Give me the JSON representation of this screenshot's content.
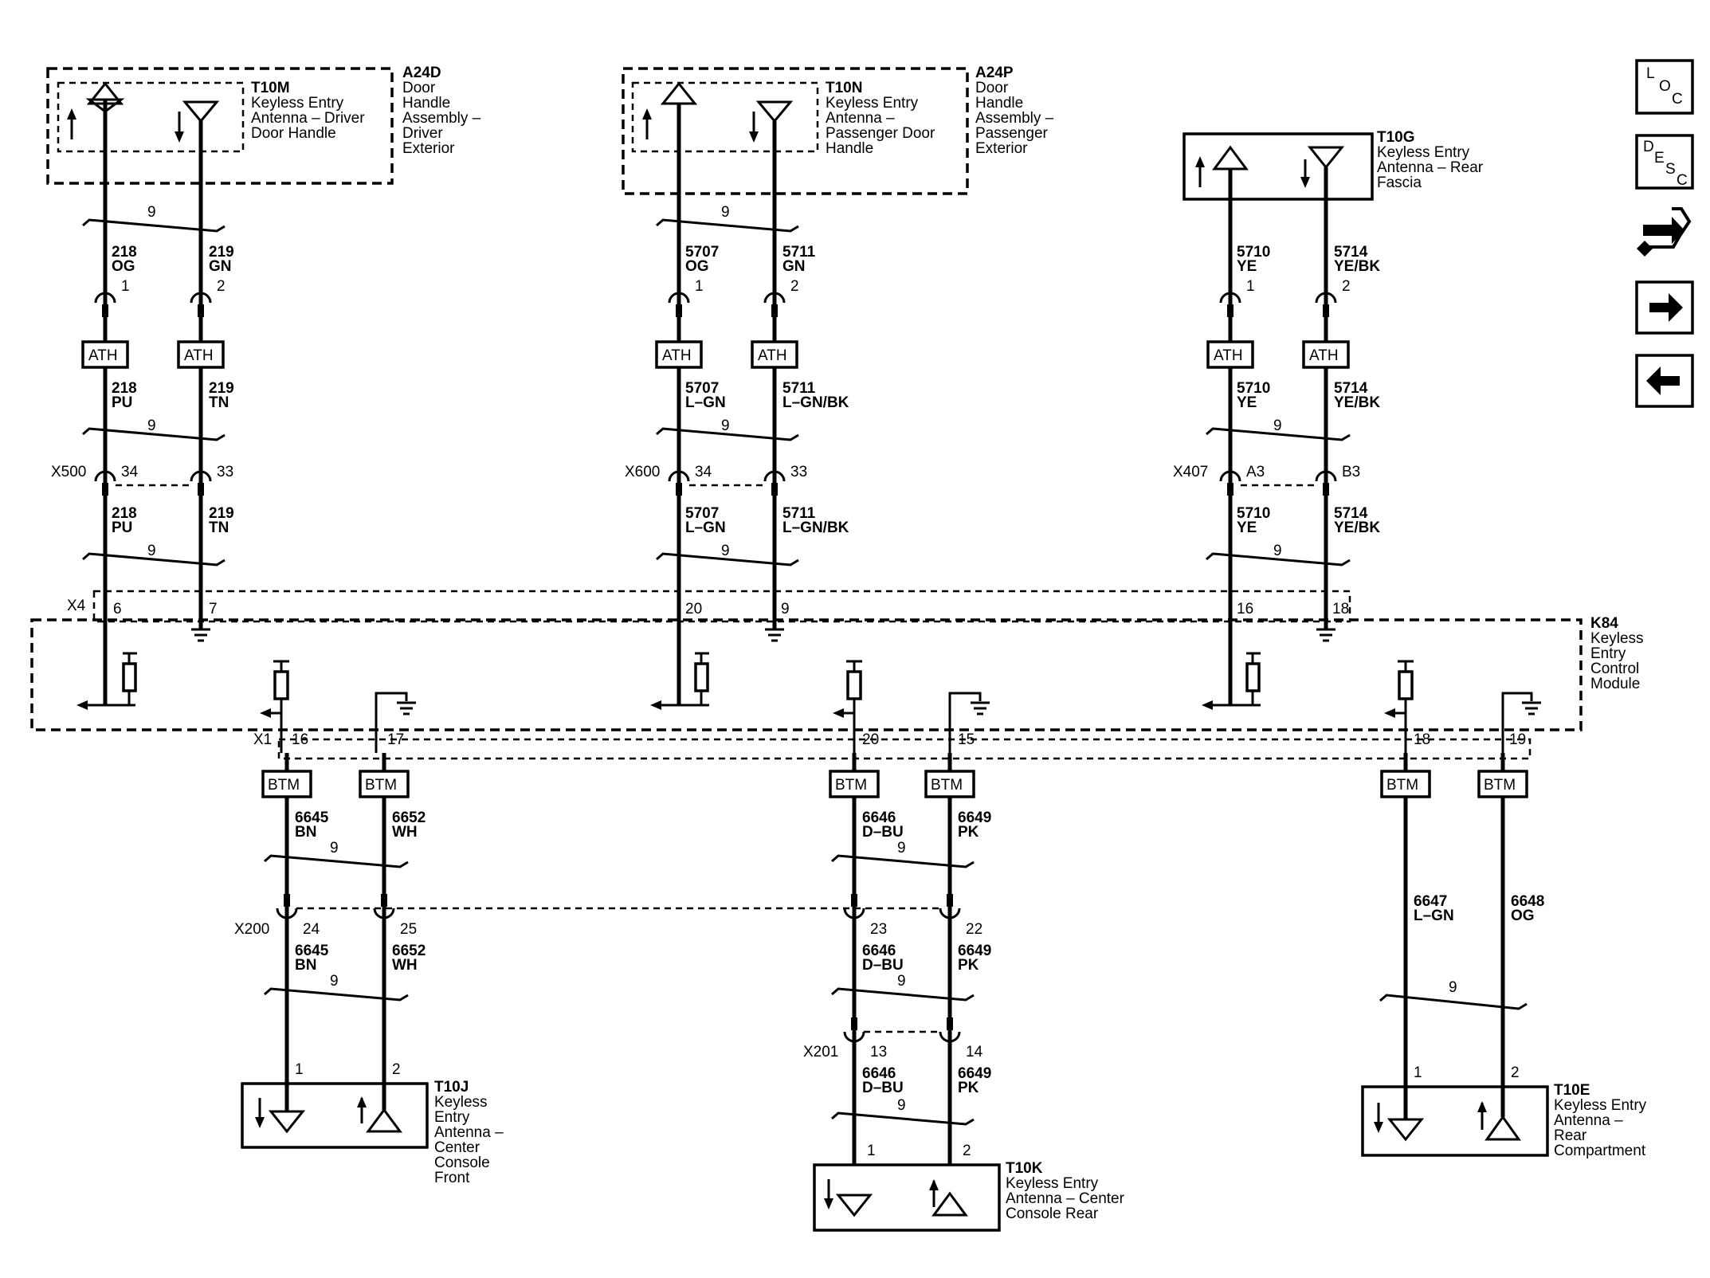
{
  "components": {
    "a24d": {
      "id": "A24D",
      "lines": [
        "Door",
        "Handle",
        "Assembly –",
        "Driver",
        "Exterior"
      ]
    },
    "a24p": {
      "id": "A24P",
      "lines": [
        "Door",
        "Handle",
        "Assembly –",
        "Passenger",
        "Exterior"
      ]
    },
    "t10m": {
      "id": "T10M",
      "lines": [
        "Keyless Entry",
        "Antenna – Driver",
        "Door Handle"
      ]
    },
    "t10n": {
      "id": "T10N",
      "lines": [
        "Keyless Entry",
        "Antenna –",
        "Passenger Door",
        "Handle"
      ]
    },
    "t10g": {
      "id": "T10G",
      "lines": [
        "Keyless Entry",
        "Antenna – Rear",
        "Fascia"
      ]
    },
    "k84": {
      "id": "K84",
      "lines": [
        "Keyless",
        "Entry",
        "Control",
        "Module"
      ]
    },
    "t10j": {
      "id": "T10J",
      "lines": [
        "Keyless",
        "Entry",
        "Antenna –",
        "Center",
        "Console",
        "Front"
      ]
    },
    "t10k": {
      "id": "T10K",
      "lines": [
        "Keyless Entry",
        "Antenna – Center",
        "Console Rear"
      ]
    },
    "t10e": {
      "id": "T10E",
      "lines": [
        "Keyless Entry",
        "Antenna –",
        "Rear",
        "Compartment"
      ]
    }
  },
  "connectors": {
    "x500": "X500",
    "x600": "X600",
    "x407": "X407",
    "x4": "X4",
    "x1": "X1",
    "x200": "X200",
    "x201": "X201"
  },
  "harness": {
    "ath": "ATH",
    "btm": "BTM"
  },
  "twist": "9",
  "pins": {
    "driver": [
      "1",
      "2",
      "34",
      "33",
      "6",
      "7"
    ],
    "passenger": [
      "1",
      "2",
      "34",
      "33",
      "20",
      "9"
    ],
    "rear": [
      "1",
      "2",
      "A3",
      "B3",
      "16",
      "18"
    ],
    "front_console": [
      "16",
      "17",
      "24",
      "25",
      "1",
      "2"
    ],
    "rear_console": [
      "20",
      "15",
      "23",
      "22",
      "13",
      "14",
      "1",
      "2"
    ],
    "rear_comp": [
      "18",
      "19",
      "1",
      "2"
    ]
  },
  "wires": {
    "driver_a1": [
      "218",
      "OG"
    ],
    "driver_b1": [
      "219",
      "GN"
    ],
    "driver_a2": [
      "218",
      "PU"
    ],
    "driver_b2": [
      "219",
      "TN"
    ],
    "driver_a3": [
      "218",
      "PU"
    ],
    "driver_b3": [
      "219",
      "TN"
    ],
    "pass_a1": [
      "5707",
      "OG"
    ],
    "pass_b1": [
      "5711",
      "GN"
    ],
    "pass_a2": [
      "5707",
      "L–GN"
    ],
    "pass_b2": [
      "5711",
      "L–GN/BK"
    ],
    "pass_a3": [
      "5707",
      "L–GN"
    ],
    "pass_b3": [
      "5711",
      "L–GN/BK"
    ],
    "rear_a1": [
      "5710",
      "YE"
    ],
    "rear_b1": [
      "5714",
      "YE/BK"
    ],
    "rear_a2": [
      "5710",
      "YE"
    ],
    "rear_b2": [
      "5714",
      "YE/BK"
    ],
    "rear_a3": [
      "5710",
      "YE"
    ],
    "rear_b3": [
      "5714",
      "YE/BK"
    ],
    "fc_a1": [
      "6645",
      "BN"
    ],
    "fc_b1": [
      "6652",
      "WH"
    ],
    "fc_a2": [
      "6645",
      "BN"
    ],
    "fc_b2": [
      "6652",
      "WH"
    ],
    "rc_a1": [
      "6646",
      "D–BU"
    ],
    "rc_b1": [
      "6649",
      "PK"
    ],
    "rc_a2": [
      "6646",
      "D–BU"
    ],
    "rc_b2": [
      "6649",
      "PK"
    ],
    "rc_a3": [
      "6646",
      "D–BU"
    ],
    "rc_b3": [
      "6649",
      "PK"
    ],
    "rcomp_a": [
      "6647",
      "L–GN"
    ],
    "rcomp_b": [
      "6648",
      "OG"
    ]
  },
  "nav_icons": {
    "loc": [
      "L",
      "O",
      "C"
    ],
    "desc": [
      "D",
      "E",
      "S",
      "C"
    ],
    "other": [
      "schematic-link-icon",
      "next-page-icon",
      "previous-page-icon"
    ]
  }
}
